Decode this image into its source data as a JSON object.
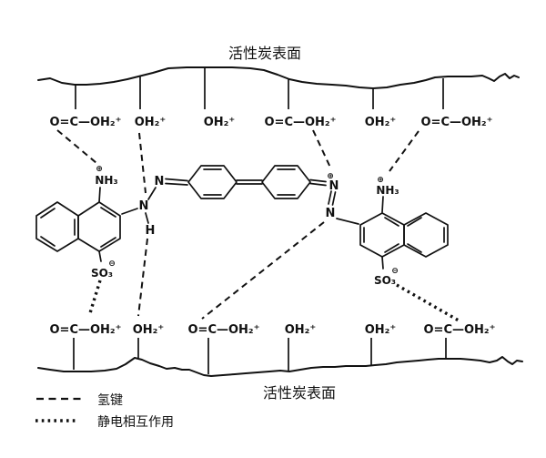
{
  "diagram": {
    "top_surface_label": "活性炭表面",
    "bottom_surface_label": "活性炭表面",
    "top_groups": [
      "O=C—OH₂⁺",
      "OH₂⁺",
      "OH₂⁺",
      "O=C—OH₂⁺",
      "OH₂⁺",
      "O=C—OH₂⁺"
    ],
    "bottom_groups": [
      "O=C—OH₂⁺",
      "OH₂⁺",
      "O=C—OH₂⁺",
      "OH₂⁺",
      "OH₂⁺",
      "O=C—OH₂⁺"
    ],
    "molecule": {
      "amine_left": "NH₃",
      "amine_right": "NH₃",
      "sulfonate_left": "SO₃",
      "sulfonate_right": "SO₃",
      "hydrazone_n": "N",
      "hydrazone_h": "H",
      "azo_n_left": "N",
      "azo_n_upper_right": "N",
      "azo_n_lower_right": "N",
      "plus_charge": "⊕",
      "minus_charge": "⊖"
    },
    "legend": {
      "hydrogen_bond_label": "氢键",
      "electrostatic_label": "静电相互作用"
    }
  },
  "colors": {
    "ink": "#111111",
    "background": "#ffffff"
  }
}
